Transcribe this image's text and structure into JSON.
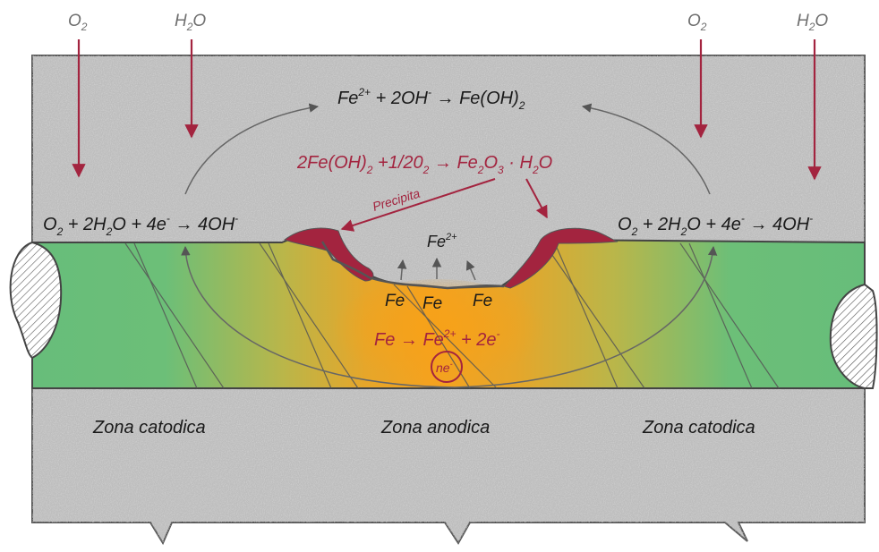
{
  "inputs": {
    "o2_left": "O",
    "o2_left_sub": "2",
    "h2o_left_a": "H",
    "h2o_left_sub": "2",
    "h2o_left_b": "O",
    "o2_right": "O",
    "o2_right_sub": "2",
    "h2o_right_a": "H",
    "h2o_right_sub": "2",
    "h2o_right_b": "O"
  },
  "reactions": {
    "top": {
      "a": "Fe",
      "a_sup": "2+",
      "b": " + 2OH",
      "b_sup": "-",
      "c": " → Fe(OH)",
      "c_sub": "2"
    },
    "middle": {
      "a": "2Fe(OH)",
      "a_sub": "2",
      "b": " +1/20",
      "b_sub": "2",
      "c": " → Fe",
      "c_sub": "2",
      "d": "O",
      "d_sub": "3",
      "e": " · H",
      "e_sub": "2",
      "f": "O"
    },
    "cathodic_left": {
      "a": "O",
      "a_sub": "2",
      "b": " + 2H",
      "b_sub": "2",
      "c": "O + 4e",
      "c_sup": "-",
      "d": " → 4OH",
      "d_sup": "-"
    },
    "cathodic_right": {
      "a": "O",
      "a_sub": "2",
      "b": " + 2H",
      "b_sub": "2",
      "c": "O + 4e",
      "c_sup": "-",
      "d": " → 4OH",
      "d_sup": "-"
    },
    "pit_ion": {
      "a": "Fe",
      "a_sup": "2+"
    },
    "anodic": {
      "a": "Fe → Fe",
      "a_sup": "2+",
      "b": " + 2e",
      "b_sup": "-"
    }
  },
  "labels": {
    "precipita": "Precipita",
    "fe_1": "Fe",
    "fe_2": "Fe",
    "fe_3": "Fe",
    "electrons": "ne",
    "electrons_sup": "-"
  },
  "zones": {
    "cathodic_left": "Zona catodica",
    "anodic": "Zona anodica",
    "cathodic_right": "Zona catodica"
  },
  "colors": {
    "concrete": "#bdbdbd",
    "steel_green": "#6cbf78",
    "anode_orange": "#f0a020",
    "rust": "#a3243f",
    "arrow_red": "#a3243f",
    "arrow_gray": "#666666"
  }
}
